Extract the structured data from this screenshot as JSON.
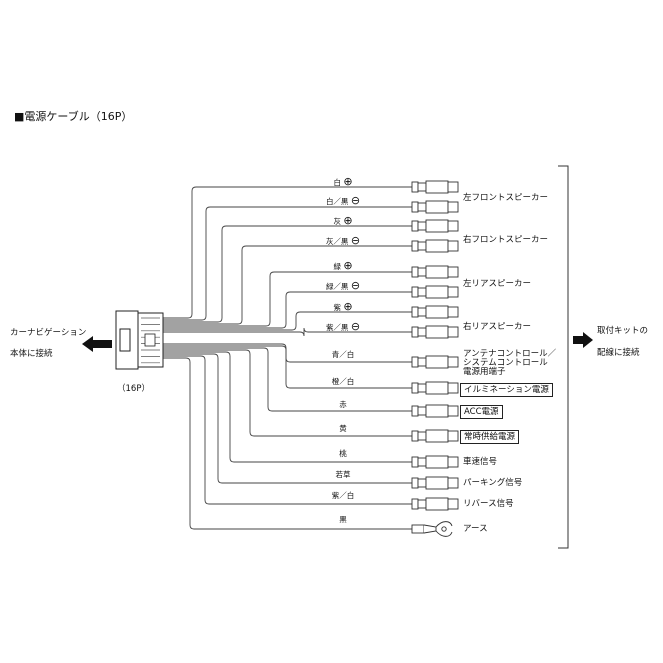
{
  "title": "■電源ケーブル（16P）",
  "connector_label": "（16P）",
  "left_destination": [
    "カーナビゲーション",
    "本体に接続"
  ],
  "right_destination": [
    "取付キットの",
    "配線に接続"
  ],
  "wires": [
    {
      "color": "白",
      "polarity": "plus"
    },
    {
      "color": "白／黒",
      "polarity": "minus"
    },
    {
      "color": "灰",
      "polarity": "plus"
    },
    {
      "color": "灰／黒",
      "polarity": "minus"
    },
    {
      "color": "緑",
      "polarity": "plus"
    },
    {
      "color": "緑／黒",
      "polarity": "minus"
    },
    {
      "color": "紫",
      "polarity": "plus"
    },
    {
      "color": "紫／黒",
      "polarity": "minus"
    },
    {
      "color": "青／白",
      "polarity": ""
    },
    {
      "color": "橙／白",
      "polarity": ""
    },
    {
      "color": "赤",
      "polarity": ""
    },
    {
      "color": "黄",
      "polarity": ""
    },
    {
      "color": "桃",
      "polarity": ""
    },
    {
      "color": "若草",
      "polarity": ""
    },
    {
      "color": "紫／白",
      "polarity": ""
    },
    {
      "color": "黒",
      "polarity": ""
    }
  ],
  "functions": [
    {
      "label": "左フロントスピーカー",
      "boxed": false
    },
    {
      "label": "右フロントスピーカー",
      "boxed": false
    },
    {
      "label": "左リアスピーカー",
      "boxed": false
    },
    {
      "label": "右リアスピーカー",
      "boxed": false
    },
    {
      "label": "アンテナコントロール／",
      "line2": "システムコントロール",
      "line3": "電源用端子",
      "boxed": false
    },
    {
      "label": "イルミネーション電源",
      "boxed": true
    },
    {
      "label": "ACC電源",
      "boxed": true
    },
    {
      "label": "常時供給電源",
      "boxed": true
    },
    {
      "label": "車速信号",
      "boxed": false
    },
    {
      "label": "パーキング信号",
      "boxed": false
    },
    {
      "label": "リバース信号",
      "boxed": false
    },
    {
      "label": "アース",
      "boxed": false
    }
  ],
  "symbols": {
    "plus": "⊕",
    "minus": "⊖"
  }
}
